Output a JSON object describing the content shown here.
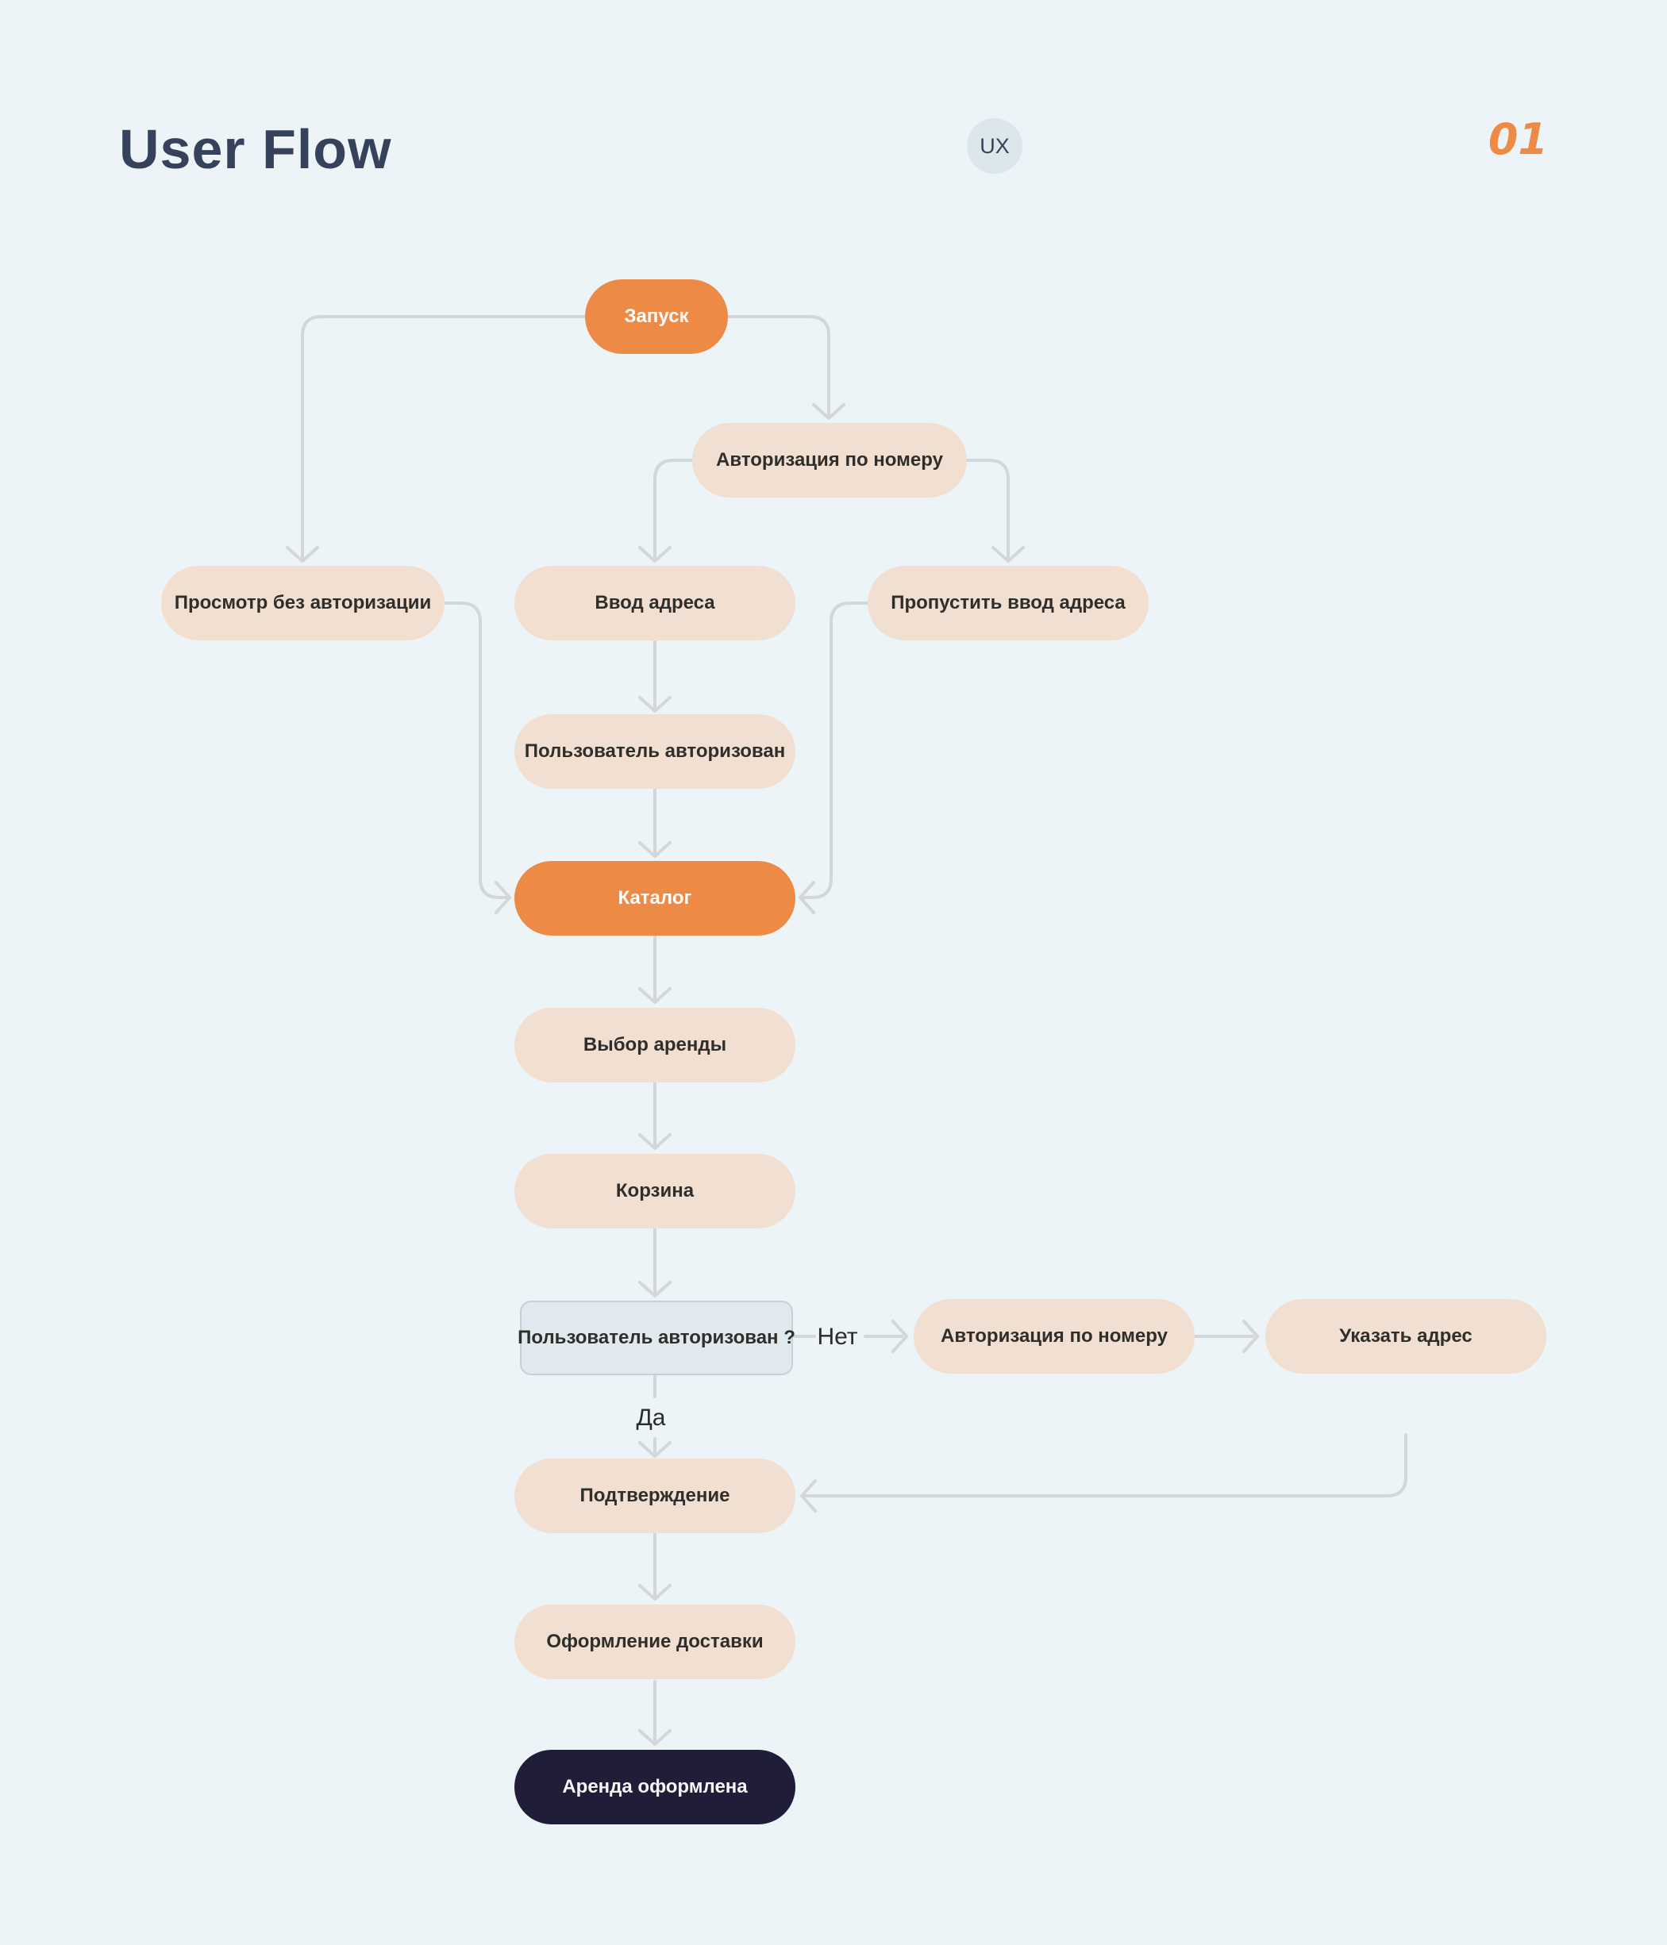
{
  "header": {
    "title": "User Flow",
    "badge": "UX",
    "page_number": "01"
  },
  "colors": {
    "background": "#ECF4F7",
    "accent_orange": "#ED8A46",
    "node_beige": "#F1E0D1",
    "node_dark": "#201D38",
    "decision_fill": "#E0E9EE",
    "connector_gray": "#D3D7D9",
    "title_navy": "#36425B"
  },
  "flow": {
    "nodes": {
      "start": {
        "label": "Запуск",
        "type": "accent"
      },
      "auth_by_number": {
        "label": "Авторизация по номеру",
        "type": "default"
      },
      "browse_without_auth": {
        "label": "Просмотр без авторизации",
        "type": "default"
      },
      "enter_address": {
        "label": "Ввод адреса",
        "type": "default"
      },
      "skip_address": {
        "label": "Пропустить ввод адреса",
        "type": "default"
      },
      "user_authorized": {
        "label": "Пользователь авторизован",
        "type": "default"
      },
      "catalog": {
        "label": "Каталог",
        "type": "accent"
      },
      "rental_selection": {
        "label": "Выбор аренды",
        "type": "default"
      },
      "cart": {
        "label": "Корзина",
        "type": "default"
      },
      "is_authorized": {
        "label": "Пользователь авторизован ?",
        "type": "decision"
      },
      "auth_by_number_2": {
        "label": "Авторизация по номеру",
        "type": "default"
      },
      "specify_address": {
        "label": "Указать адрес",
        "type": "default"
      },
      "confirmation": {
        "label": "Подтверждение",
        "type": "default"
      },
      "delivery_checkout": {
        "label": "Оформление доставки",
        "type": "default"
      },
      "rental_completed": {
        "label": "Аренда оформлена",
        "type": "dark"
      }
    },
    "edge_labels": {
      "no": "Нет",
      "yes": "Да"
    },
    "edges": [
      {
        "from": "start",
        "to": "browse_without_auth"
      },
      {
        "from": "start",
        "to": "auth_by_number"
      },
      {
        "from": "auth_by_number",
        "to": "enter_address"
      },
      {
        "from": "auth_by_number",
        "to": "skip_address"
      },
      {
        "from": "enter_address",
        "to": "user_authorized"
      },
      {
        "from": "user_authorized",
        "to": "catalog"
      },
      {
        "from": "browse_without_auth",
        "to": "catalog"
      },
      {
        "from": "skip_address",
        "to": "catalog"
      },
      {
        "from": "catalog",
        "to": "rental_selection"
      },
      {
        "from": "rental_selection",
        "to": "cart"
      },
      {
        "from": "cart",
        "to": "is_authorized"
      },
      {
        "from": "is_authorized",
        "to": "auth_by_number_2",
        "label": "Нет"
      },
      {
        "from": "auth_by_number_2",
        "to": "specify_address"
      },
      {
        "from": "specify_address",
        "to": "confirmation"
      },
      {
        "from": "is_authorized",
        "to": "confirmation",
        "label": "Да"
      },
      {
        "from": "confirmation",
        "to": "delivery_checkout"
      },
      {
        "from": "delivery_checkout",
        "to": "rental_completed"
      }
    ]
  }
}
